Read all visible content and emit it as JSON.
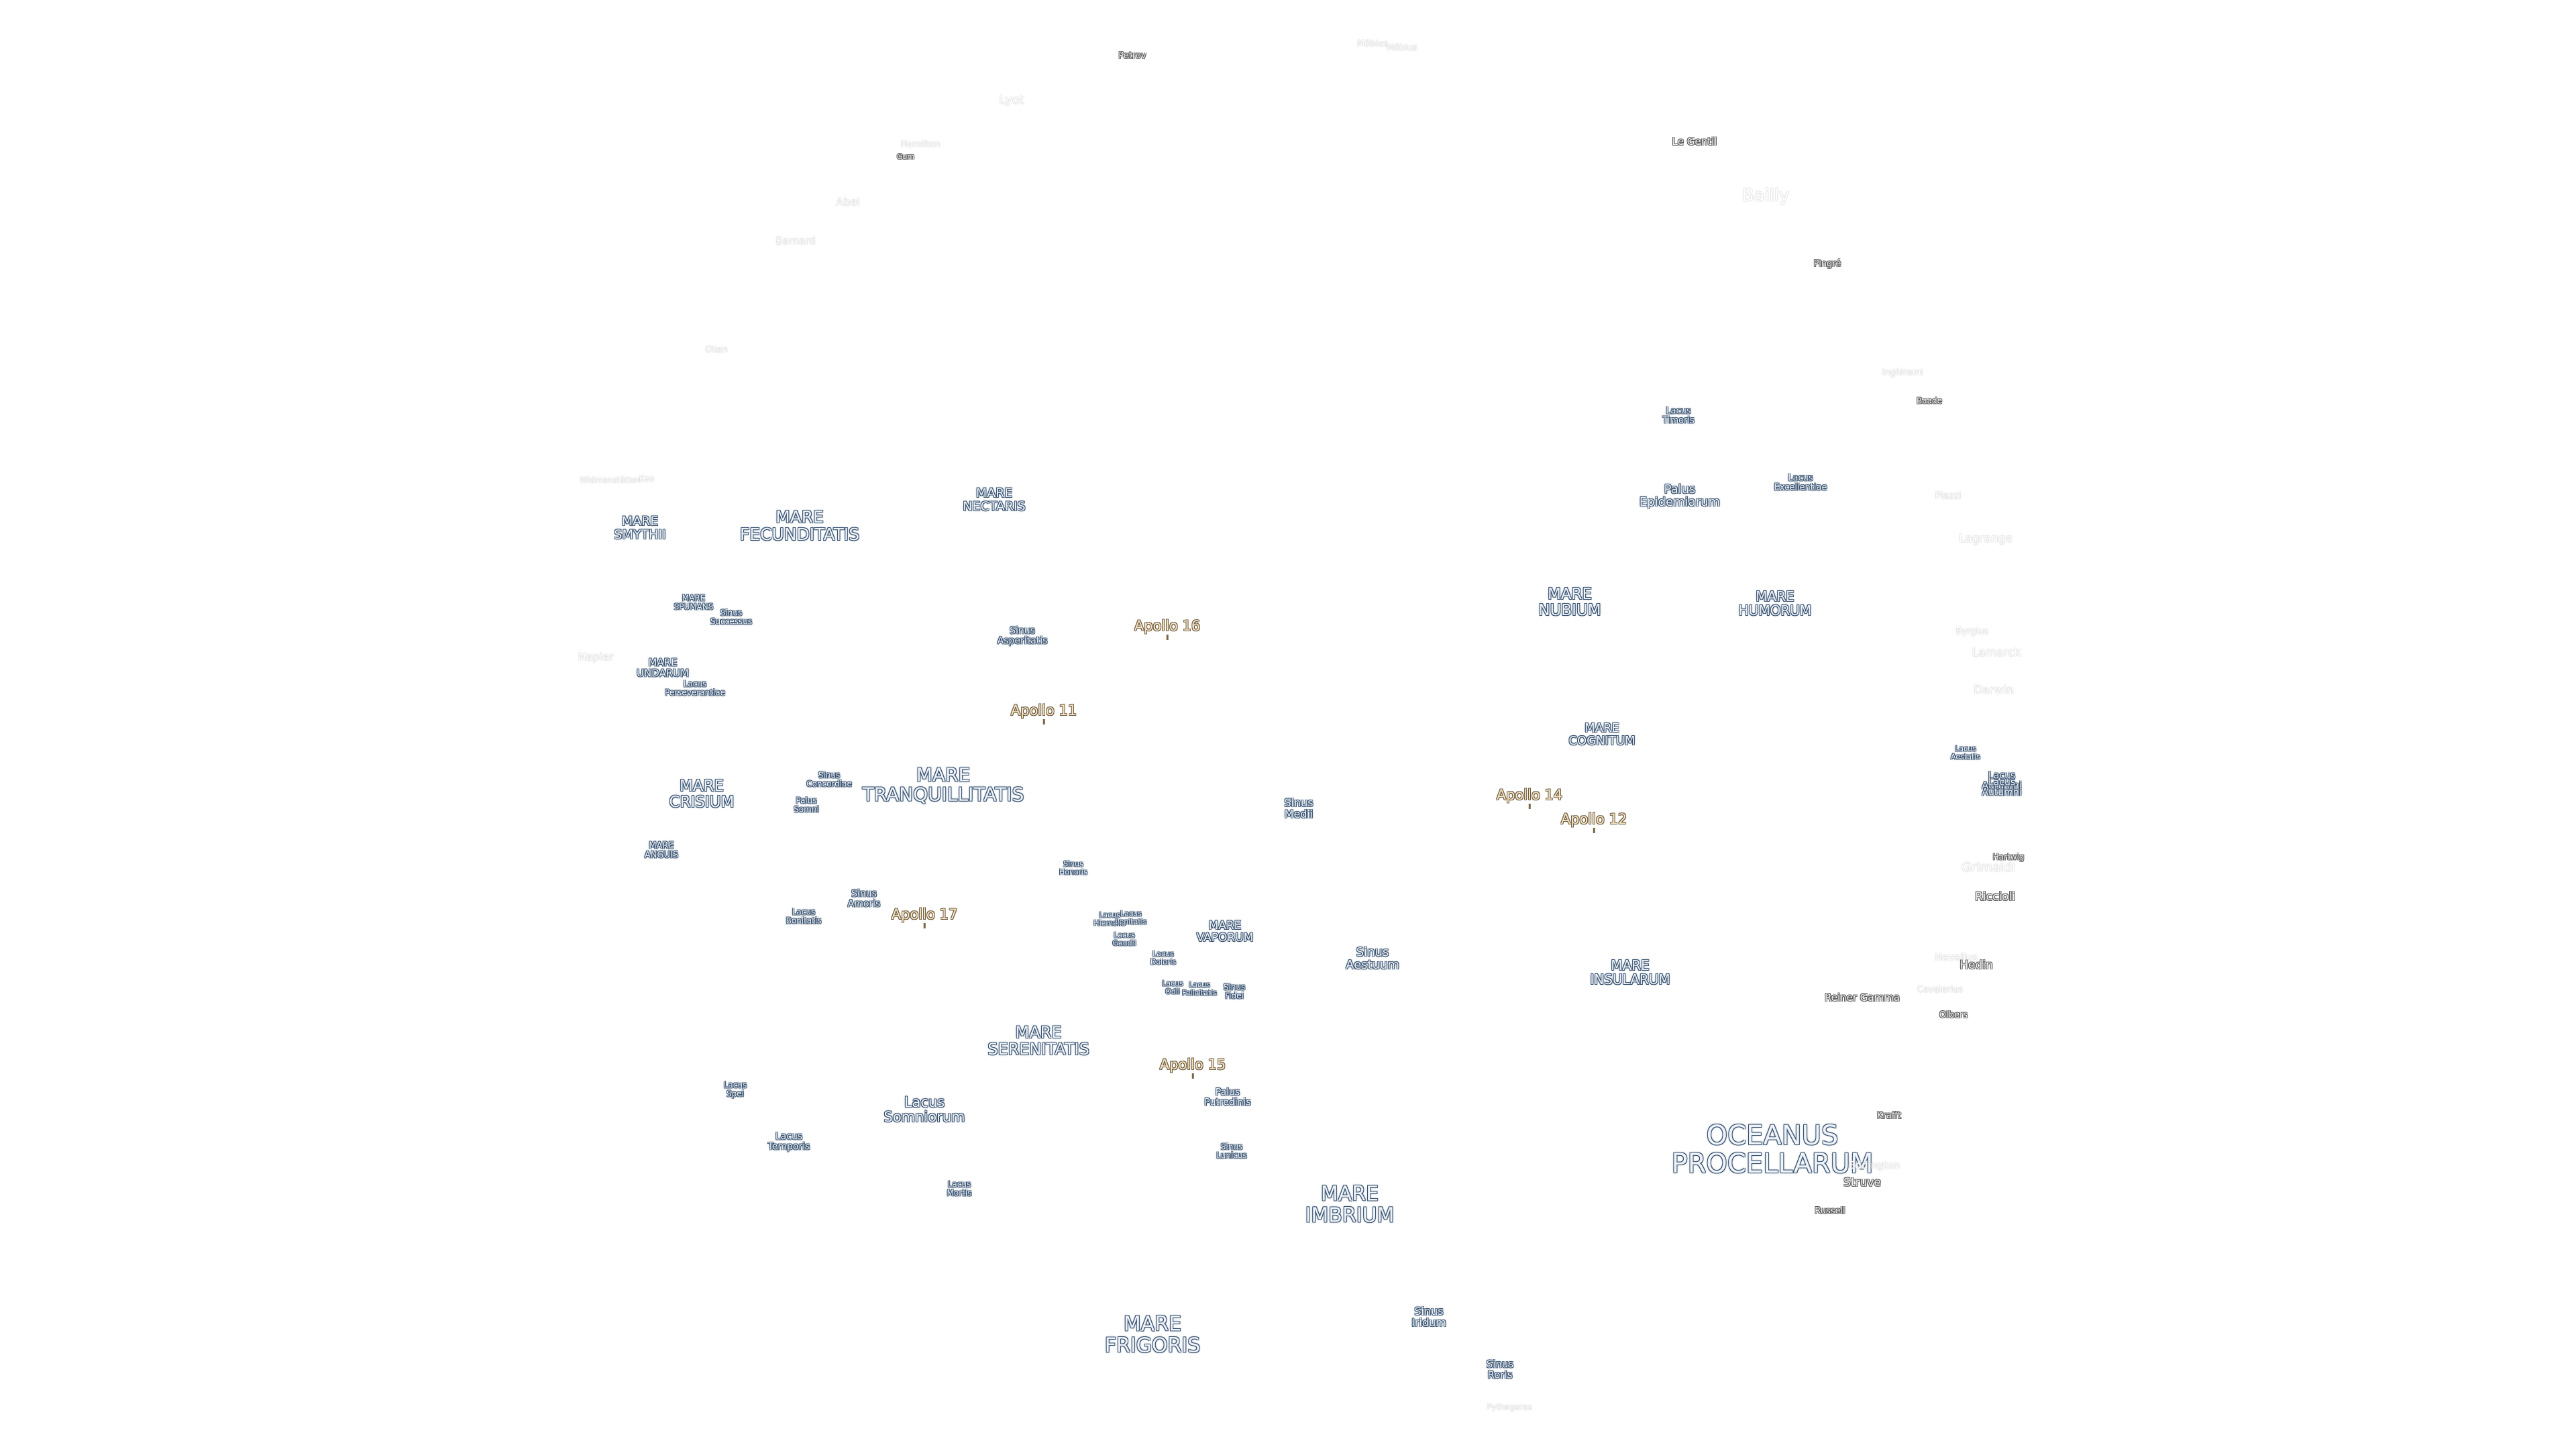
{
  "colors": {
    "background": "#ffffff",
    "mare_text": "#eef3f9",
    "mare_outline": "#37506d",
    "crater_outline": "#5a5a5a",
    "faint_outline": "#c9c9c9",
    "apollo_text": "#f7e6c7",
    "apollo_outline": "#6b5a3e"
  },
  "labels": [
    {
      "id": "petrov",
      "text": "Petrov",
      "type": "crater",
      "size": 13
    },
    {
      "id": "mobius",
      "text": "Möbius",
      "type": "faint",
      "size": 13
    },
    {
      "id": "mobius-2",
      "text": "Möbius",
      "type": "faint",
      "size": 13
    },
    {
      "id": "lyot",
      "text": "Lyot",
      "type": "faint",
      "size": 18
    },
    {
      "id": "hamilton",
      "text": "Hamilton",
      "type": "faint",
      "size": 13
    },
    {
      "id": "gum",
      "text": "Gum",
      "type": "crater",
      "size": 11
    },
    {
      "id": "abel",
      "text": "Abel",
      "type": "faint",
      "size": 16
    },
    {
      "id": "barnard",
      "text": "Barnard",
      "type": "faint",
      "size": 15
    },
    {
      "id": "oken",
      "text": "Oken",
      "type": "faint",
      "size": 13
    },
    {
      "id": "widmanstatten",
      "text": "Widmanstätten",
      "type": "faint",
      "size": 12
    },
    {
      "id": "kao",
      "text": "Kao",
      "type": "faint",
      "size": 12
    },
    {
      "id": "la-gentil",
      "text": "Le Gentil",
      "type": "crater",
      "size": 15
    },
    {
      "id": "bailly",
      "text": "Bailly",
      "type": "faint",
      "size": 26
    },
    {
      "id": "pingre",
      "text": "Pingré",
      "type": "crater",
      "size": 13
    },
    {
      "id": "inghirami",
      "text": "Inghirami",
      "type": "faint",
      "size": 13
    },
    {
      "id": "baade",
      "text": "Baade",
      "type": "crater",
      "size": 12
    },
    {
      "id": "piazzi",
      "text": "Piazzi",
      "type": "faint",
      "size": 14
    },
    {
      "id": "lagrange",
      "text": "Lagrange",
      "type": "faint",
      "size": 17
    },
    {
      "id": "byrgius",
      "text": "Byrgius",
      "type": "faint",
      "size": 13
    },
    {
      "id": "lamarck",
      "text": "Lamarck",
      "type": "faint",
      "size": 17
    },
    {
      "id": "darwin",
      "text": "Darwin",
      "type": "faint",
      "size": 17
    },
    {
      "id": "napier",
      "text": "Napier",
      "type": "faint",
      "size": 16
    },
    {
      "id": "lacus-timoris",
      "text": "Lacus\nTimoris",
      "type": "mare",
      "size": 13
    },
    {
      "id": "palus-epidemiarum",
      "text": "Palus\nEpidemiarum",
      "type": "mare",
      "size": 18
    },
    {
      "id": "lacus-excellentiae",
      "text": "Lacus\nExcellentiae",
      "type": "mare",
      "size": 13
    },
    {
      "id": "mare-smythii",
      "text": "MARE\nSMYTHII",
      "type": "mare",
      "size": 19
    },
    {
      "id": "mare-fecunditatis",
      "text": "MARE\nFECUNDITATIS",
      "type": "mare",
      "size": 25
    },
    {
      "id": "mare-nectaris",
      "text": "MARE\nNECTARIS",
      "type": "mare",
      "size": 19
    },
    {
      "id": "mare-spumans",
      "text": "MARE\nSPUMANS",
      "type": "mare",
      "size": 12
    },
    {
      "id": "sinus-successus",
      "text": "Sinus\nSuccessus",
      "type": "mare",
      "size": 12
    },
    {
      "id": "sinus-asperitatis",
      "text": "Sinus\nAsperitatis",
      "type": "mare",
      "size": 14
    },
    {
      "id": "apollo-16",
      "text": "Apollo 16",
      "type": "apollo",
      "size": 21
    },
    {
      "id": "mare-nubium",
      "text": "MARE\nNUBIUM",
      "type": "mare",
      "size": 23
    },
    {
      "id": "mare-humorum",
      "text": "MARE\nHUMORUM",
      "type": "mare",
      "size": 20
    },
    {
      "id": "mare-undarum",
      "text": "MARE\nUNDARUM",
      "type": "mare",
      "size": 15
    },
    {
      "id": "lacus-perseverantiae",
      "text": "Lacus\nPerseverantiae",
      "type": "mare",
      "size": 12
    },
    {
      "id": "apollo-11",
      "text": "Apollo 11",
      "type": "apollo",
      "size": 21
    },
    {
      "id": "mare-cognitum",
      "text": "MARE\nCOGNITUM",
      "type": "mare",
      "size": 18
    },
    {
      "id": "lacus-aestatis",
      "text": "Lacus\nAestatis",
      "type": "mare",
      "size": 11
    },
    {
      "id": "lacus-autumni",
      "text": "Lacus\nAutumni",
      "type": "mare",
      "size": 14
    },
    {
      "id": "lacus-autumni-2",
      "text": "Lacus\nAutumni",
      "type": "mare",
      "size": 14
    },
    {
      "id": "sinus-concordiae",
      "text": "Sinus\nConcordiae",
      "type": "mare",
      "size": 12
    },
    {
      "id": "mare-crisium",
      "text": "MARE\nCRISIUM",
      "type": "mare",
      "size": 23
    },
    {
      "id": "palus-somni",
      "text": "Palus\nSomni",
      "type": "mare",
      "size": 12
    },
    {
      "id": "mare-tranquillitatis",
      "text": "MARE\nTRANQUILLITATIS",
      "type": "mare",
      "size": 28
    },
    {
      "id": "sinus-medii",
      "text": "Sinus\nMedii",
      "type": "mare",
      "size": 16
    },
    {
      "id": "apollo-14",
      "text": "Apollo 14",
      "type": "apollo",
      "size": 21
    },
    {
      "id": "apollo-12",
      "text": "Apollo 12",
      "type": "apollo",
      "size": 21
    },
    {
      "id": "mare-anguis",
      "text": "MARE\nANGUIS",
      "type": "mare",
      "size": 13
    },
    {
      "id": "hartwig",
      "text": "Hartwig",
      "type": "crater",
      "size": 12
    },
    {
      "id": "grimaldi",
      "text": "Grimaldi",
      "type": "faint",
      "size": 19
    },
    {
      "id": "riccioli",
      "text": "Riccioli",
      "type": "crater",
      "size": 17
    },
    {
      "id": "sinus-honoris",
      "text": "Sinus\nHonoris",
      "type": "mare",
      "size": 11
    },
    {
      "id": "sinus-amoris",
      "text": "Sinus\nAmoris",
      "type": "mare",
      "size": 14
    },
    {
      "id": "lacus-hiemalis",
      "text": "Lacus\nHiemalis",
      "type": "mare",
      "size": 11
    },
    {
      "id": "lacus-lenitatis",
      "text": "Lacus\nLenitatis",
      "type": "mare",
      "size": 11
    },
    {
      "id": "lacus-bonitatis",
      "text": "Lacus\nBonitatis",
      "type": "mare",
      "size": 12
    },
    {
      "id": "apollo-17",
      "text": "Apollo 17",
      "type": "apollo",
      "size": 21
    },
    {
      "id": "mare-vaporum",
      "text": "MARE\nVAPORUM",
      "type": "mare",
      "size": 17
    },
    {
      "id": "lacus-gaudii",
      "text": "Lacus\nGaudii",
      "type": "mare",
      "size": 11
    },
    {
      "id": "sinus-aestuum",
      "text": "Sinus\nAestuum",
      "type": "mare",
      "size": 18
    },
    {
      "id": "lacus-doloris",
      "text": "Lacus\nDoloris",
      "type": "mare",
      "size": 11
    },
    {
      "id": "hevelius",
      "text": "Hevelius",
      "type": "faint",
      "size": 15
    },
    {
      "id": "hedin",
      "text": "Hedin",
      "type": "crater",
      "size": 17
    },
    {
      "id": "mare-insularum",
      "text": "MARE\nINSULARUM",
      "type": "mare",
      "size": 20
    },
    {
      "id": "lacus-odii",
      "text": "Lacus\nOdii",
      "type": "mare",
      "size": 11
    },
    {
      "id": "lacus-felicitatis",
      "text": "Lacus\nFelicitatis",
      "type": "mare",
      "size": 11
    },
    {
      "id": "sinus-fidei",
      "text": "Sinus\nFidei",
      "type": "mare",
      "size": 12
    },
    {
      "id": "cavalerius",
      "text": "Cavalerius",
      "type": "faint",
      "size": 13
    },
    {
      "id": "reiner-gamma",
      "text": "Reiner Gamma",
      "type": "crater",
      "size": 15
    },
    {
      "id": "olbers",
      "text": "Olbers",
      "type": "crater",
      "size": 13
    },
    {
      "id": "mare-serenitatis",
      "text": "MARE\nSERENITATIS",
      "type": "mare",
      "size": 24
    },
    {
      "id": "apollo-15",
      "text": "Apollo 15",
      "type": "apollo",
      "size": 21
    },
    {
      "id": "lacus-spei",
      "text": "Lacus\nSpei",
      "type": "mare",
      "size": 12
    },
    {
      "id": "palus-putredinis",
      "text": "Palus\nPutredinis",
      "type": "mare",
      "size": 14
    },
    {
      "id": "lacus-somniorum",
      "text": "Lacus\nSomniorum",
      "type": "mare",
      "size": 21
    },
    {
      "id": "krafft",
      "text": "Krafft",
      "type": "crater",
      "size": 13
    },
    {
      "id": "oceanus-procellarum",
      "text": "OCEANUS\nPROCELLARUM",
      "type": "mare",
      "size": 40
    },
    {
      "id": "lacus-temporis",
      "text": "Lacus\nTemporis",
      "type": "mare",
      "size": 14
    },
    {
      "id": "sinus-lunicus",
      "text": "Sinus\nLunicus",
      "type": "mare",
      "size": 12
    },
    {
      "id": "eddington",
      "text": "Eddington",
      "type": "faint",
      "size": 15
    },
    {
      "id": "struve",
      "text": "Struve",
      "type": "crater",
      "size": 17
    },
    {
      "id": "lacus-mortis",
      "text": "Lacus\nMortis",
      "type": "mare",
      "size": 12
    },
    {
      "id": "mare-imbrium",
      "text": "MARE\nIMBRIUM",
      "type": "mare",
      "size": 30
    },
    {
      "id": "russell",
      "text": "Russell",
      "type": "crater",
      "size": 13
    },
    {
      "id": "mare-frigoris",
      "text": "MARE\nFRIGORIS",
      "type": "mare",
      "size": 30
    },
    {
      "id": "sinus-iridum",
      "text": "Sinus\nIridum",
      "type": "mare",
      "size": 16
    },
    {
      "id": "sinus-roris",
      "text": "Sinus\nRoris",
      "type": "mare",
      "size": 15
    },
    {
      "id": "pythagoras",
      "text": "Pythagoras",
      "type": "faint",
      "size": 12
    }
  ]
}
